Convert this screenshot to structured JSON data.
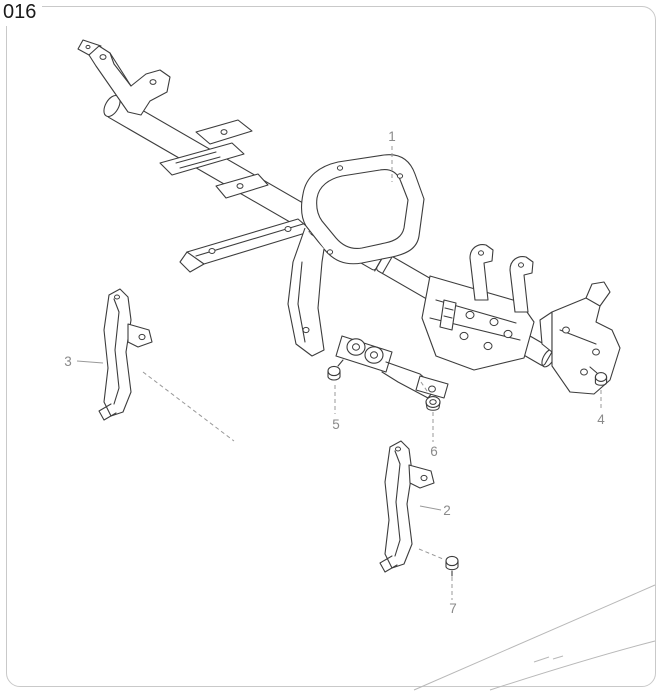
{
  "page": {
    "number": "016"
  },
  "diagram": {
    "callouts": [
      {
        "label": "1"
      },
      {
        "label": "2"
      },
      {
        "label": "3"
      },
      {
        "label": "4"
      },
      {
        "label": "5"
      },
      {
        "label": "6"
      },
      {
        "label": "7"
      }
    ]
  }
}
